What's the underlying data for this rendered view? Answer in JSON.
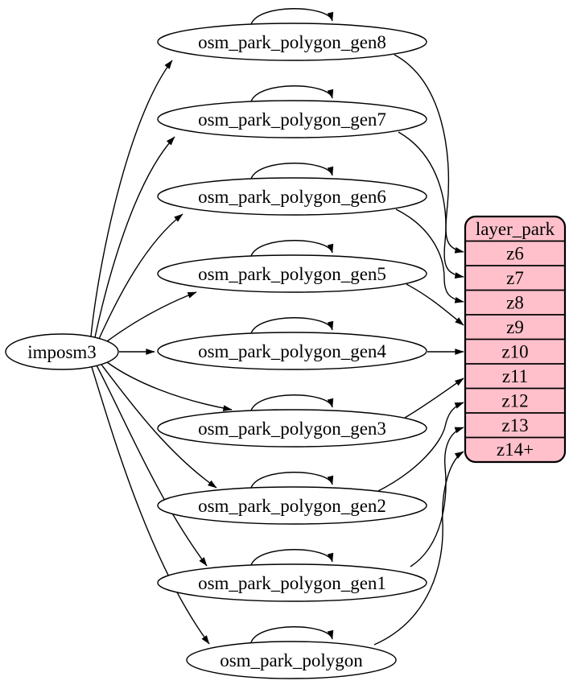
{
  "nodes": {
    "source": {
      "label": "imposm3",
      "shape": "ellipse"
    },
    "tables": [
      {
        "label": "osm_park_polygon_gen8",
        "zoom_target": "z6"
      },
      {
        "label": "osm_park_polygon_gen7",
        "zoom_target": "z7"
      },
      {
        "label": "osm_park_polygon_gen6",
        "zoom_target": "z8"
      },
      {
        "label": "osm_park_polygon_gen5",
        "zoom_target": "z9"
      },
      {
        "label": "osm_park_polygon_gen4",
        "zoom_target": "z10"
      },
      {
        "label": "osm_park_polygon_gen3",
        "zoom_target": "z11"
      },
      {
        "label": "osm_park_polygon_gen2",
        "zoom_target": "z12"
      },
      {
        "label": "osm_park_polygon_gen1",
        "zoom_target": "z13"
      },
      {
        "label": "osm_park_polygon",
        "zoom_target": "z14+"
      }
    ],
    "layer": {
      "title": "layer_park",
      "rows": [
        "z6",
        "z7",
        "z8",
        "z9",
        "z10",
        "z11",
        "z12",
        "z13",
        "z14+"
      ]
    }
  },
  "edges": [
    {
      "from": "imposm3",
      "to": "osm_park_polygon_gen8"
    },
    {
      "from": "imposm3",
      "to": "osm_park_polygon_gen7"
    },
    {
      "from": "imposm3",
      "to": "osm_park_polygon_gen6"
    },
    {
      "from": "imposm3",
      "to": "osm_park_polygon_gen5"
    },
    {
      "from": "imposm3",
      "to": "osm_park_polygon_gen4"
    },
    {
      "from": "imposm3",
      "to": "osm_park_polygon_gen3"
    },
    {
      "from": "imposm3",
      "to": "osm_park_polygon_gen2"
    },
    {
      "from": "imposm3",
      "to": "osm_park_polygon_gen1"
    },
    {
      "from": "imposm3",
      "to": "osm_park_polygon"
    },
    {
      "from": "osm_park_polygon_gen8",
      "to": "osm_park_polygon_gen8"
    },
    {
      "from": "osm_park_polygon_gen7",
      "to": "osm_park_polygon_gen7"
    },
    {
      "from": "osm_park_polygon_gen6",
      "to": "osm_park_polygon_gen6"
    },
    {
      "from": "osm_park_polygon_gen5",
      "to": "osm_park_polygon_gen5"
    },
    {
      "from": "osm_park_polygon_gen4",
      "to": "osm_park_polygon_gen4"
    },
    {
      "from": "osm_park_polygon_gen3",
      "to": "osm_park_polygon_gen3"
    },
    {
      "from": "osm_park_polygon_gen2",
      "to": "osm_park_polygon_gen2"
    },
    {
      "from": "osm_park_polygon_gen1",
      "to": "osm_park_polygon_gen1"
    },
    {
      "from": "osm_park_polygon",
      "to": "osm_park_polygon"
    },
    {
      "from": "osm_park_polygon_gen8",
      "to": "layer_park:z6"
    },
    {
      "from": "osm_park_polygon_gen7",
      "to": "layer_park:z7"
    },
    {
      "from": "osm_park_polygon_gen6",
      "to": "layer_park:z8"
    },
    {
      "from": "osm_park_polygon_gen5",
      "to": "layer_park:z9"
    },
    {
      "from": "osm_park_polygon_gen4",
      "to": "layer_park:z10"
    },
    {
      "from": "osm_park_polygon_gen3",
      "to": "layer_park:z11"
    },
    {
      "from": "osm_park_polygon_gen2",
      "to": "layer_park:z12"
    },
    {
      "from": "osm_park_polygon_gen1",
      "to": "layer_park:z13"
    },
    {
      "from": "osm_park_polygon",
      "to": "layer_park:z14+"
    }
  ],
  "colors": {
    "layer_fill": "#ffc0cb",
    "table_fill": "#ffffff",
    "stroke": "#000000",
    "text": "#000000",
    "background": "#ffffff"
  }
}
